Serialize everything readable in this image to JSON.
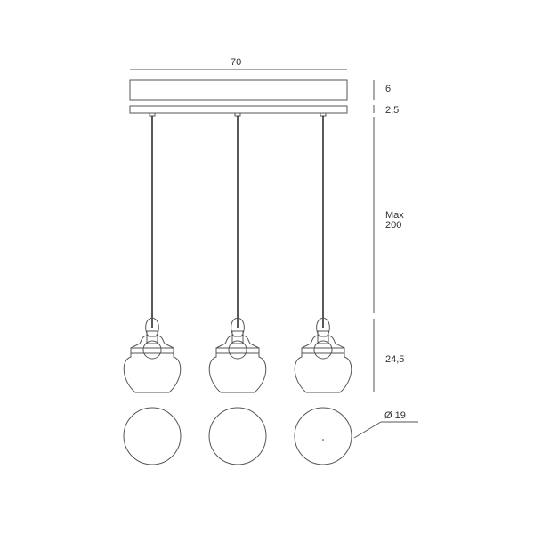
{
  "drawing": {
    "width_label": "70",
    "canopy_height_label": "6",
    "bar_height_label": "2,5",
    "cable_length_label": "Max\n200",
    "shade_height_label": "24,5",
    "diameter_label": "Ø 19",
    "pendant_count": 3,
    "line_color": "#555555",
    "cable_color": "#222222"
  }
}
